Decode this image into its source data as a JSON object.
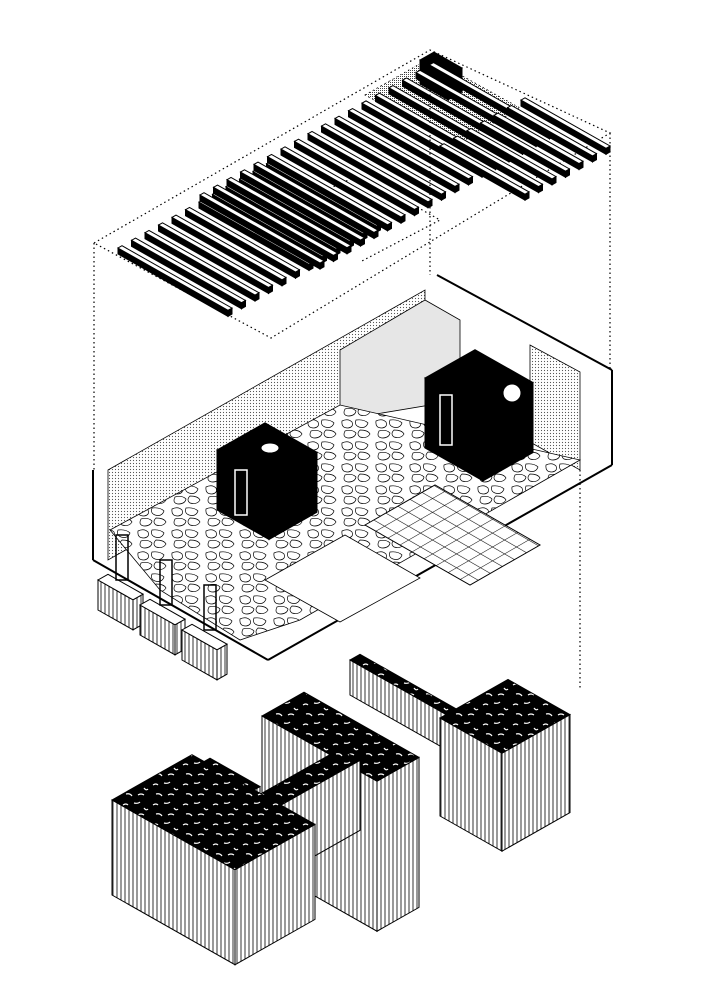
{
  "colors": {
    "ink": "#000000",
    "paper": "#ffffff",
    "tint": "#bdbdbd"
  },
  "layers": [
    "ceiling-slats",
    "floor-plan",
    "stone-foundation"
  ]
}
